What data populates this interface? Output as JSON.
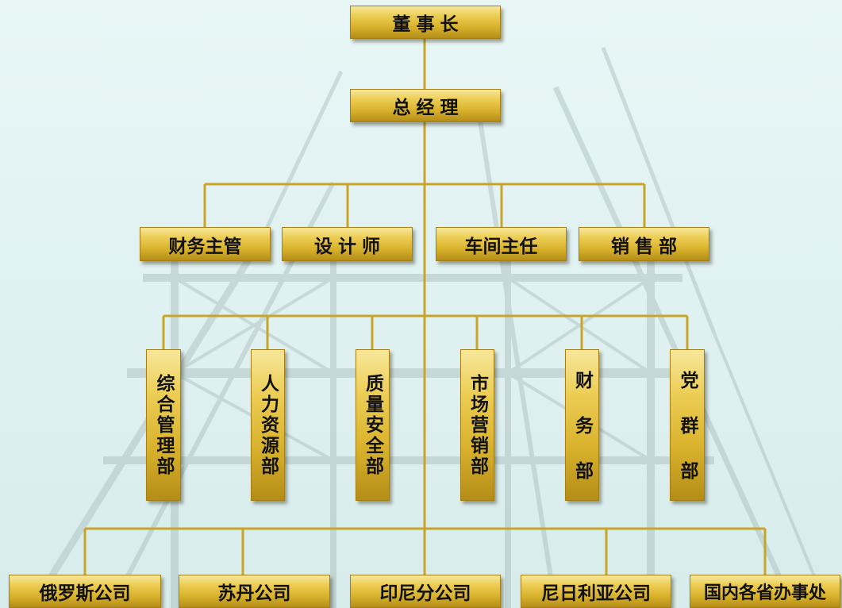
{
  "chart": {
    "root": "董事长",
    "manager": "总经理",
    "staff": [
      "财务主管",
      "设计师",
      "车间主任",
      "销售部"
    ],
    "departments": [
      "综合管理部",
      "人力资源部",
      "质量安全部",
      "市场营销部",
      "财务部",
      "党群部"
    ],
    "branches": [
      "俄罗斯公司",
      "苏丹公司",
      "印尼分公司",
      "尼日利亚公司",
      "国内各省办事处"
    ]
  },
  "colors": {
    "box_light": "#f7e79a",
    "box_dark": "#b48d18",
    "connector": "#c8a52a",
    "background": "#e3f3f3"
  }
}
